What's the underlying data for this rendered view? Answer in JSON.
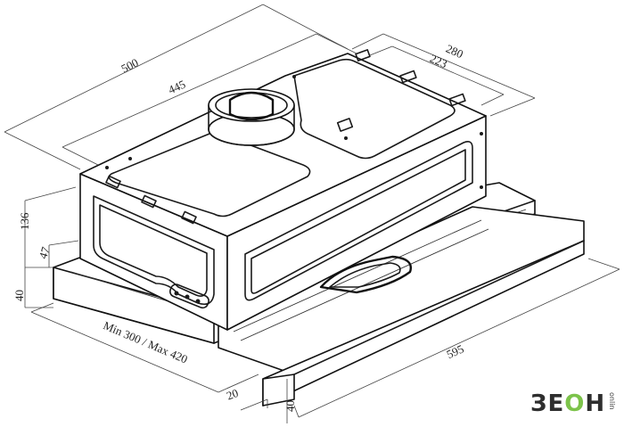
{
  "dimensions": {
    "length_total": "500",
    "length_inner": "445",
    "width_total": "280",
    "width_inner": "223",
    "height_body": "136",
    "height_step": "47",
    "height_front": "40",
    "front_width": "595",
    "front_height": "40",
    "depth_range": "Min 300 / Max 420",
    "front_depth": "20"
  },
  "brand": {
    "logo_part1": "ЗЕ",
    "logo_part2": "О",
    "logo_part3": "Н",
    "logo_suffix": "onlin"
  },
  "colors": {
    "line": "#1a1a1a",
    "logo": "#2e2e2e",
    "logo_accent": "#7cc34a"
  }
}
